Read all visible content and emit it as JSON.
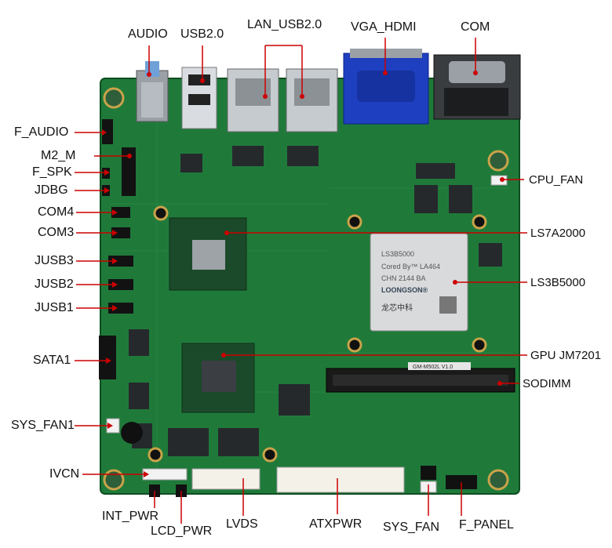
{
  "labels": {
    "top": {
      "audio": "AUDIO",
      "usb20": "USB2.0",
      "lan_usb": "LAN_USB2.0",
      "vga_hdmi": "VGA_HDMI",
      "com": "COM"
    },
    "left": {
      "f_audio": "F_AUDIO",
      "m2_m": "M2_M",
      "f_spk": "F_SPK",
      "jdbg": "JDBG",
      "com4": "COM4",
      "com3": "COM3",
      "jusb3": "JUSB3",
      "jusb2": "JUSB2",
      "jusb1": "JUSB1",
      "sata1": "SATA1",
      "sys_fan1": "SYS_FAN1",
      "ivcn": "IVCN"
    },
    "right": {
      "cpu_fan": "CPU_FAN",
      "ls7a2000": "LS7A2000",
      "ls3b5000": "LS3B5000",
      "gpu": "GPU JM7201",
      "sodimm": "SODIMM"
    },
    "bottom": {
      "int_pwr": "INT_PWR",
      "lcd_pwr": "LCD_PWR",
      "lvds": "LVDS",
      "atxpwr": "ATXPWR",
      "sys_fan": "SYS_FAN",
      "f_panel": "F_PANEL"
    }
  },
  "board_print": {
    "cpu_line1": "LS3B5000",
    "cpu_line2": "Cored By™ LA464",
    "cpu_line3": "CHN 2144 BA",
    "cpu_brand": "LOONGSON®",
    "cpu_cn": "龙芯中科",
    "sodimm_text": "GM-M502L V1.0"
  },
  "colors": {
    "pcb": "#1f7a3a",
    "pcb_dark": "#175f2c",
    "vga_blue": "#1e3fbf",
    "chip": "#2b2f33",
    "line": "#cc0000"
  }
}
